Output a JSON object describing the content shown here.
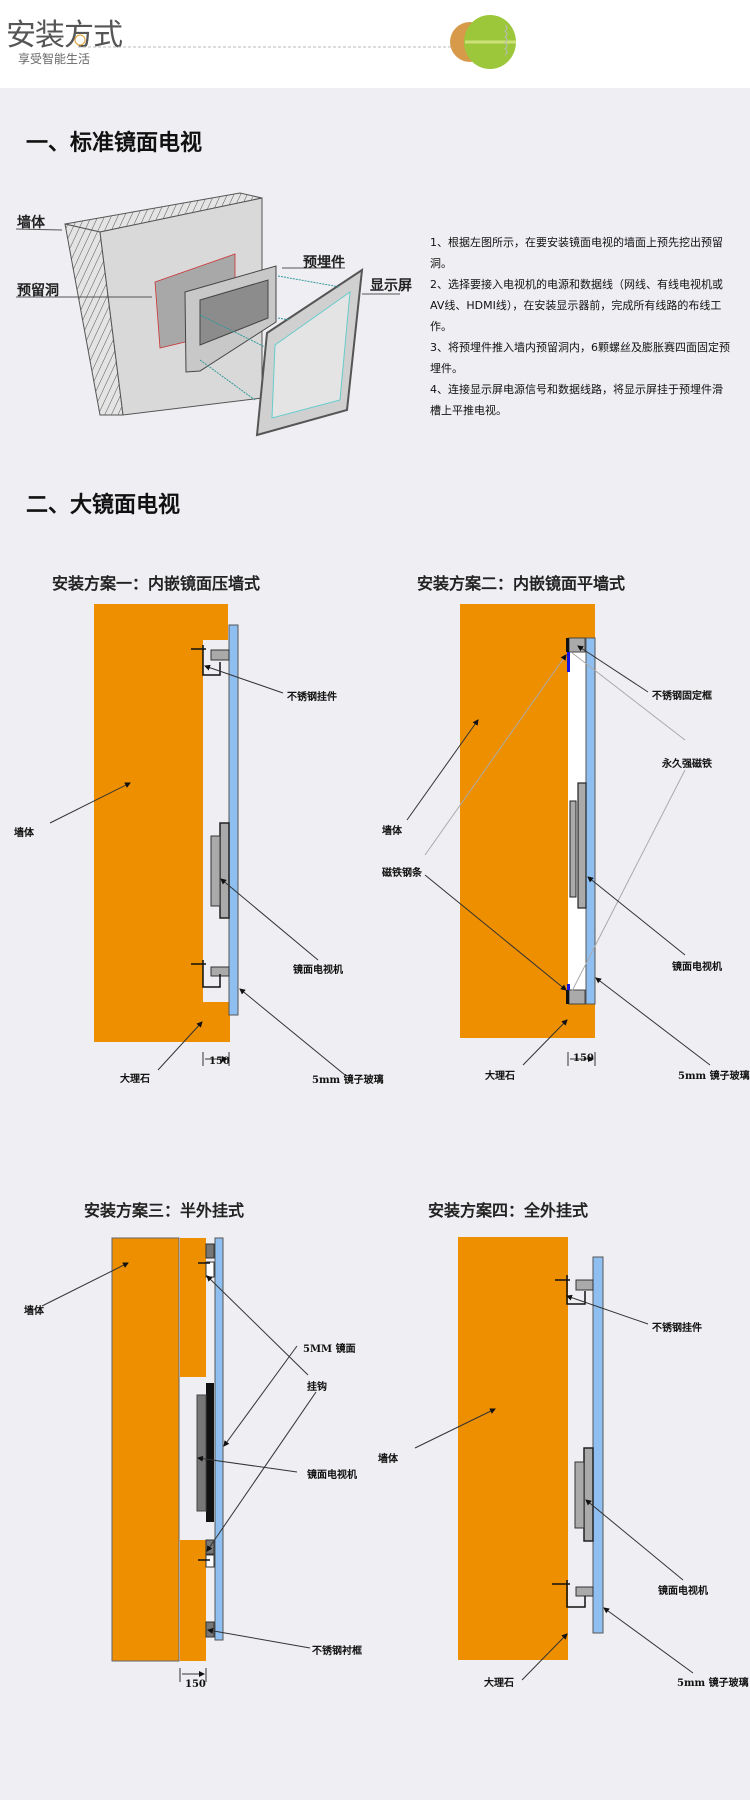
{
  "header": {
    "title": "安装方式",
    "subtitle": "享受智能生活",
    "decoration_icon": "leaf-icon"
  },
  "section1": {
    "heading": "一、标准镜面电视",
    "labels": {
      "wall": "墙体",
      "hole": "预留洞",
      "embed": "预埋件",
      "screen": "显示屏"
    },
    "steps": [
      "1、根据左图所示，在要安装镜面电视的墙面上预先挖出预留洞。",
      "2、选择要接入电视机的电源和数据线（网线、有线电视机或AV线、HDMI线），在安装显示器前，完成所有线路的布线工作。",
      "3、将预埋件推入墙内预留洞内，6颗螺丝及膨胀赛四面固定预埋件。",
      "4、连接显示屏电源信号和数据线路，将显示屏挂于预埋件滑槽上平推电视。"
    ]
  },
  "section2": {
    "heading": "二、大镜面电视",
    "plan1": {
      "title": "安装方案一：内嵌镜面压墙式",
      "hanger": "不锈钢挂件",
      "wall": "墙体",
      "tv": "镜面电视机",
      "marble": "大理石",
      "glass": "5mm  镜子玻璃",
      "dim": "150"
    },
    "plan2": {
      "title": "安装方案二：内嵌镜面平墙式",
      "frame": "不锈钢固定框",
      "magnet": "永久强磁铁",
      "wall": "墙体",
      "strip": "磁铁钢条",
      "tv": "镜面电视机",
      "marble": "大理石",
      "glass": "5mm  镜子玻璃",
      "dim": "150"
    },
    "plan3": {
      "title": "安装方案三：半外挂式",
      "wall": "墙体",
      "mirror": "5MM 镜面",
      "hook": "挂钩",
      "tv": "镜面电视机",
      "frame": "不锈钢衬框",
      "dim": "150"
    },
    "plan4": {
      "title": "安装方案四：全外挂式",
      "hanger": "不锈钢挂件",
      "wall": "墙体",
      "tv": "镜面电视机",
      "marble": "大理石",
      "glass": "5mm  镜子玻璃"
    }
  },
  "colors": {
    "wall": "#ee8f00",
    "glass": "#8fbff0",
    "background": "#efeff3",
    "part": "#aaaaaa"
  }
}
